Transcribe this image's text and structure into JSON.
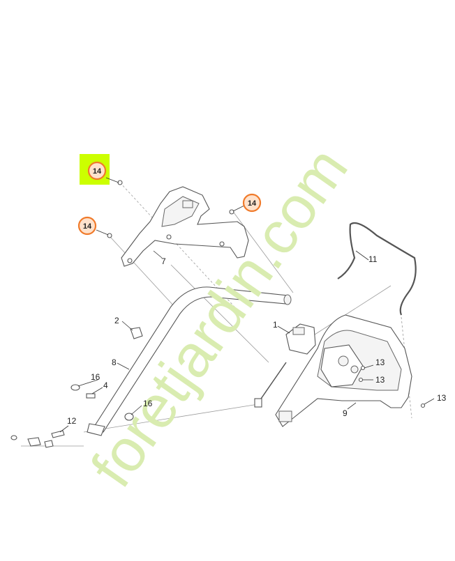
{
  "diagram": {
    "part_labels": {
      "p1": "1",
      "p2": "2",
      "p4": "4",
      "p7": "7",
      "p8": "8",
      "p9": "9",
      "p11": "11",
      "p12": "12",
      "p13a": "13",
      "p13b": "13",
      "p13c": "13",
      "p16a": "16",
      "p16b": "16"
    },
    "callouts": {
      "c1": "14",
      "c2": "14",
      "c3": "14"
    },
    "watermark": "foretjardin.com",
    "colors": {
      "highlight": "#ccff00",
      "callout_ring": "#f07a2a",
      "callout_fill": "#ffe2cc",
      "watermark_green": "#d9ecb0",
      "watermark_grey": "#d6d3cc"
    }
  }
}
